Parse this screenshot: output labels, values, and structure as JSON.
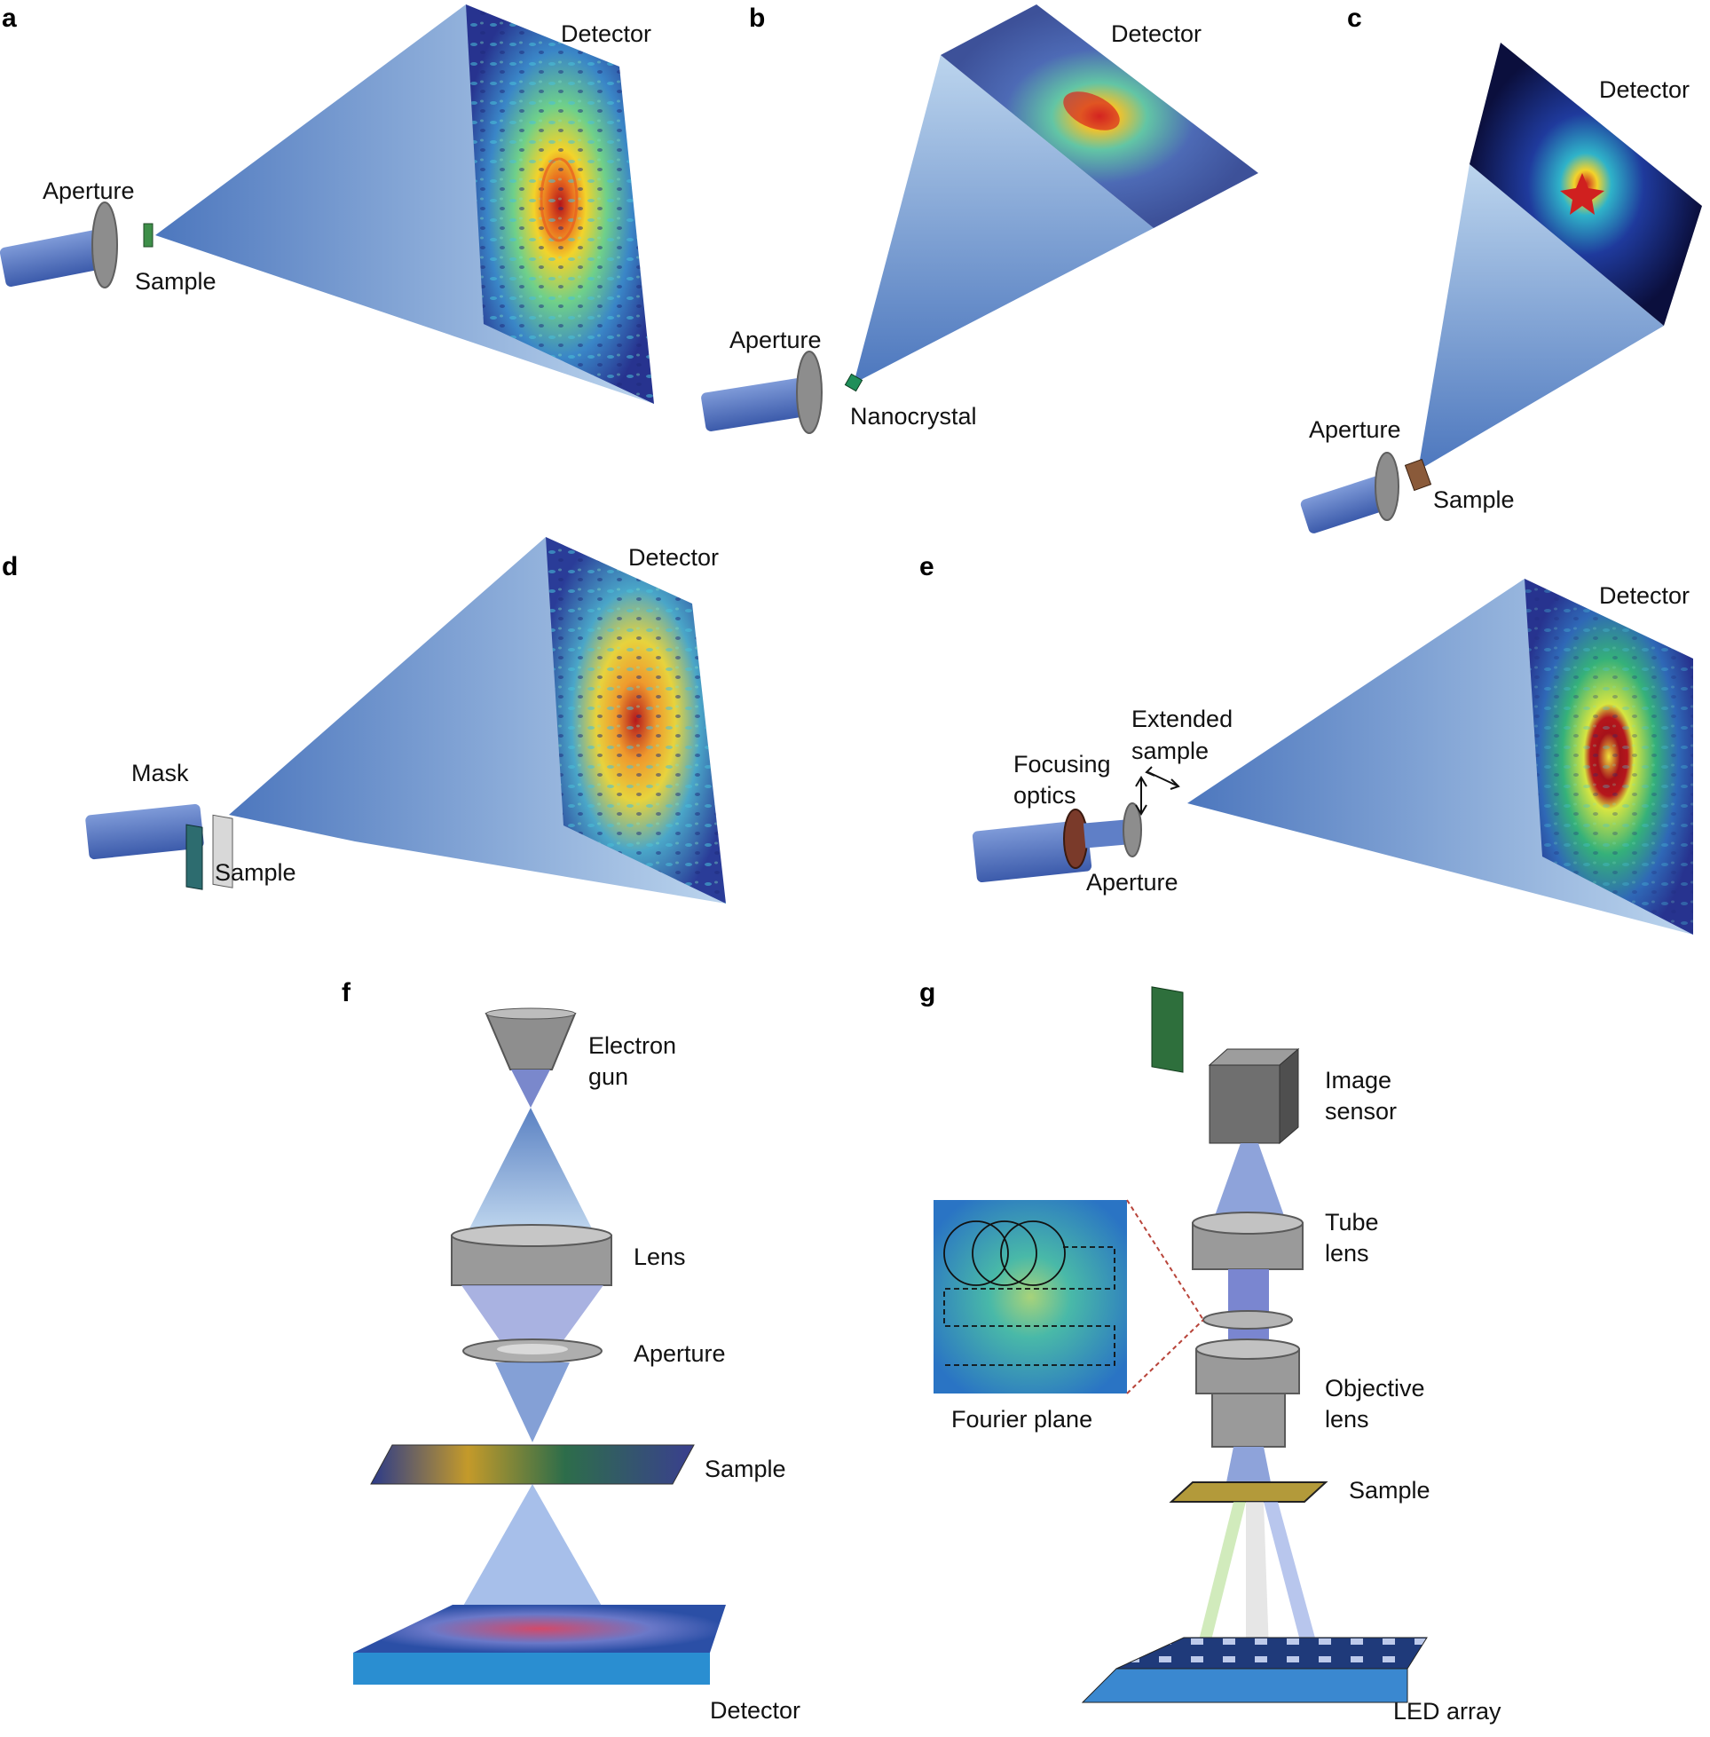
{
  "panels": {
    "a": {
      "letter": "a",
      "detector": "Detector",
      "aperture": "Aperture",
      "sample": "Sample"
    },
    "b": {
      "letter": "b",
      "detector": "Detector",
      "aperture": "Aperture",
      "sample": "Nanocrystal"
    },
    "c": {
      "letter": "c",
      "detector": "Detector",
      "aperture": "Aperture",
      "sample": "Sample"
    },
    "d": {
      "letter": "d",
      "detector": "Detector",
      "mask": "Mask",
      "sample": "Sample"
    },
    "e": {
      "letter": "e",
      "detector": "Detector",
      "focusing_1": "Focusing",
      "focusing_2": "optics",
      "extended_1": "Extended",
      "extended_2": "sample",
      "aperture": "Aperture"
    },
    "f": {
      "letter": "f",
      "gun_1": "Electron",
      "gun_2": "gun",
      "lens": "Lens",
      "aperture": "Aperture",
      "sample": "Sample",
      "detector": "Detector"
    },
    "g": {
      "letter": "g",
      "sensor_1": "Image",
      "sensor_2": "sensor",
      "tube_1": "Tube",
      "tube_2": "lens",
      "objective_1": "Objective",
      "objective_2": "lens",
      "sample": "Sample",
      "fourier": "Fourier plane",
      "led": "LED array"
    }
  },
  "colors": {
    "beam": "#5b7fc4",
    "cone": "#8fb3dd",
    "detector_bg": "#2e3fa0",
    "hot": "#c8201c",
    "gray": "#9a9a9a"
  }
}
